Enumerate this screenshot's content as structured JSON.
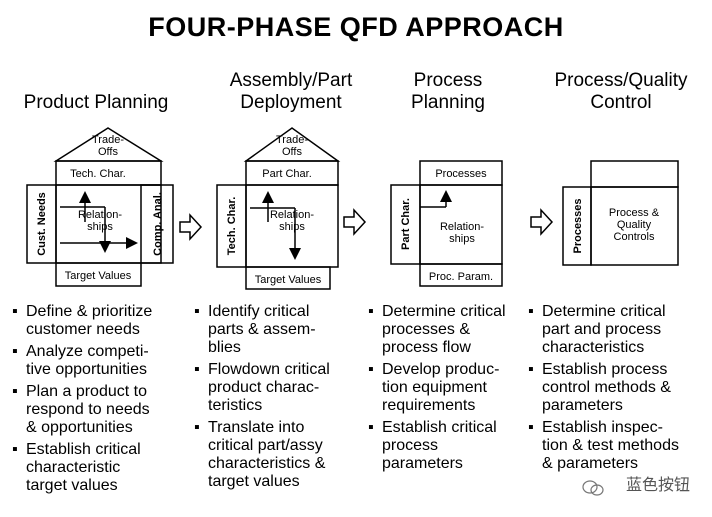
{
  "title": "FOUR-PHASE QFD APPROACH",
  "phases": [
    {
      "title": "Product Planning",
      "matrix": {
        "roof": "Trade-\nOffs",
        "top": "Tech. Char.",
        "left": "Cust. Needs",
        "center": "Relation-\nships",
        "right": "Comp. Anal.",
        "bottom": "Target Values"
      },
      "bullets": [
        "Define & prioritize\ncustomer needs",
        "Analyze competi-\ntive opportunities",
        "Plan a product to\nrespond to needs\n& opportunities",
        "Establish critical\ncharacteristic\ntarget values"
      ]
    },
    {
      "title": "Assembly/Part\nDeployment",
      "matrix": {
        "roof": "Trade-\nOffs",
        "top": "Part Char.",
        "left": "Tech. Char.",
        "center": "Relation-\nships",
        "bottom": "Target Values"
      },
      "bullets": [
        "Identify critical\nparts & assem-\nblies",
        "Flowdown critical\nproduct charac-\nteristics",
        "Translate into\ncritical part/assy\ncharacteristics &\ntarget values"
      ]
    },
    {
      "title": "Process\nPlanning",
      "matrix": {
        "top": "Processes",
        "left": "Part Char.",
        "center": "Relation-\nships",
        "bottom": "Proc. Param."
      },
      "bullets": [
        "Determine critical\nprocesses &\nprocess flow",
        "Develop produc-\ntion equipment\nrequirements",
        "Establish critical\nprocess\nparameters"
      ]
    },
    {
      "title": "Process/Quality\nControl",
      "matrix": {
        "left": "Processes",
        "center": "Process &\nQuality\nControls"
      },
      "bullets": [
        "Determine critical\npart and process\ncharacteristics",
        "Establish process\ncontrol methods &\nparameters",
        "Establish inspec-\ntion & test methods\n& parameters"
      ]
    }
  ],
  "watermark": "蓝色按钮"
}
